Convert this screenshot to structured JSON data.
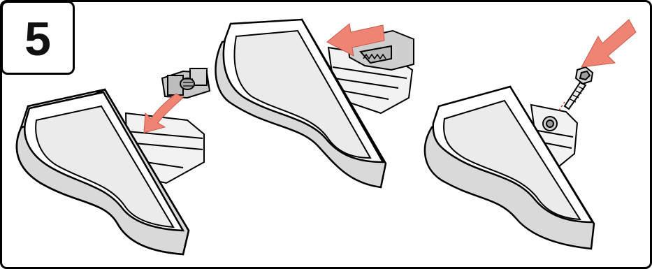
{
  "step": {
    "number": "5"
  },
  "panels": [
    {
      "name": "attach-clip"
    },
    {
      "name": "slide-clip"
    },
    {
      "name": "insert-screw"
    }
  ],
  "colors": {
    "outline": "#000000",
    "pad_side": "#d9d9d9",
    "pad_top": "#ffffff",
    "pad_inner": "#ebebeb",
    "rail": "#f2f2f2",
    "clip": "#c8c8c8",
    "arrow": "#f08474"
  }
}
